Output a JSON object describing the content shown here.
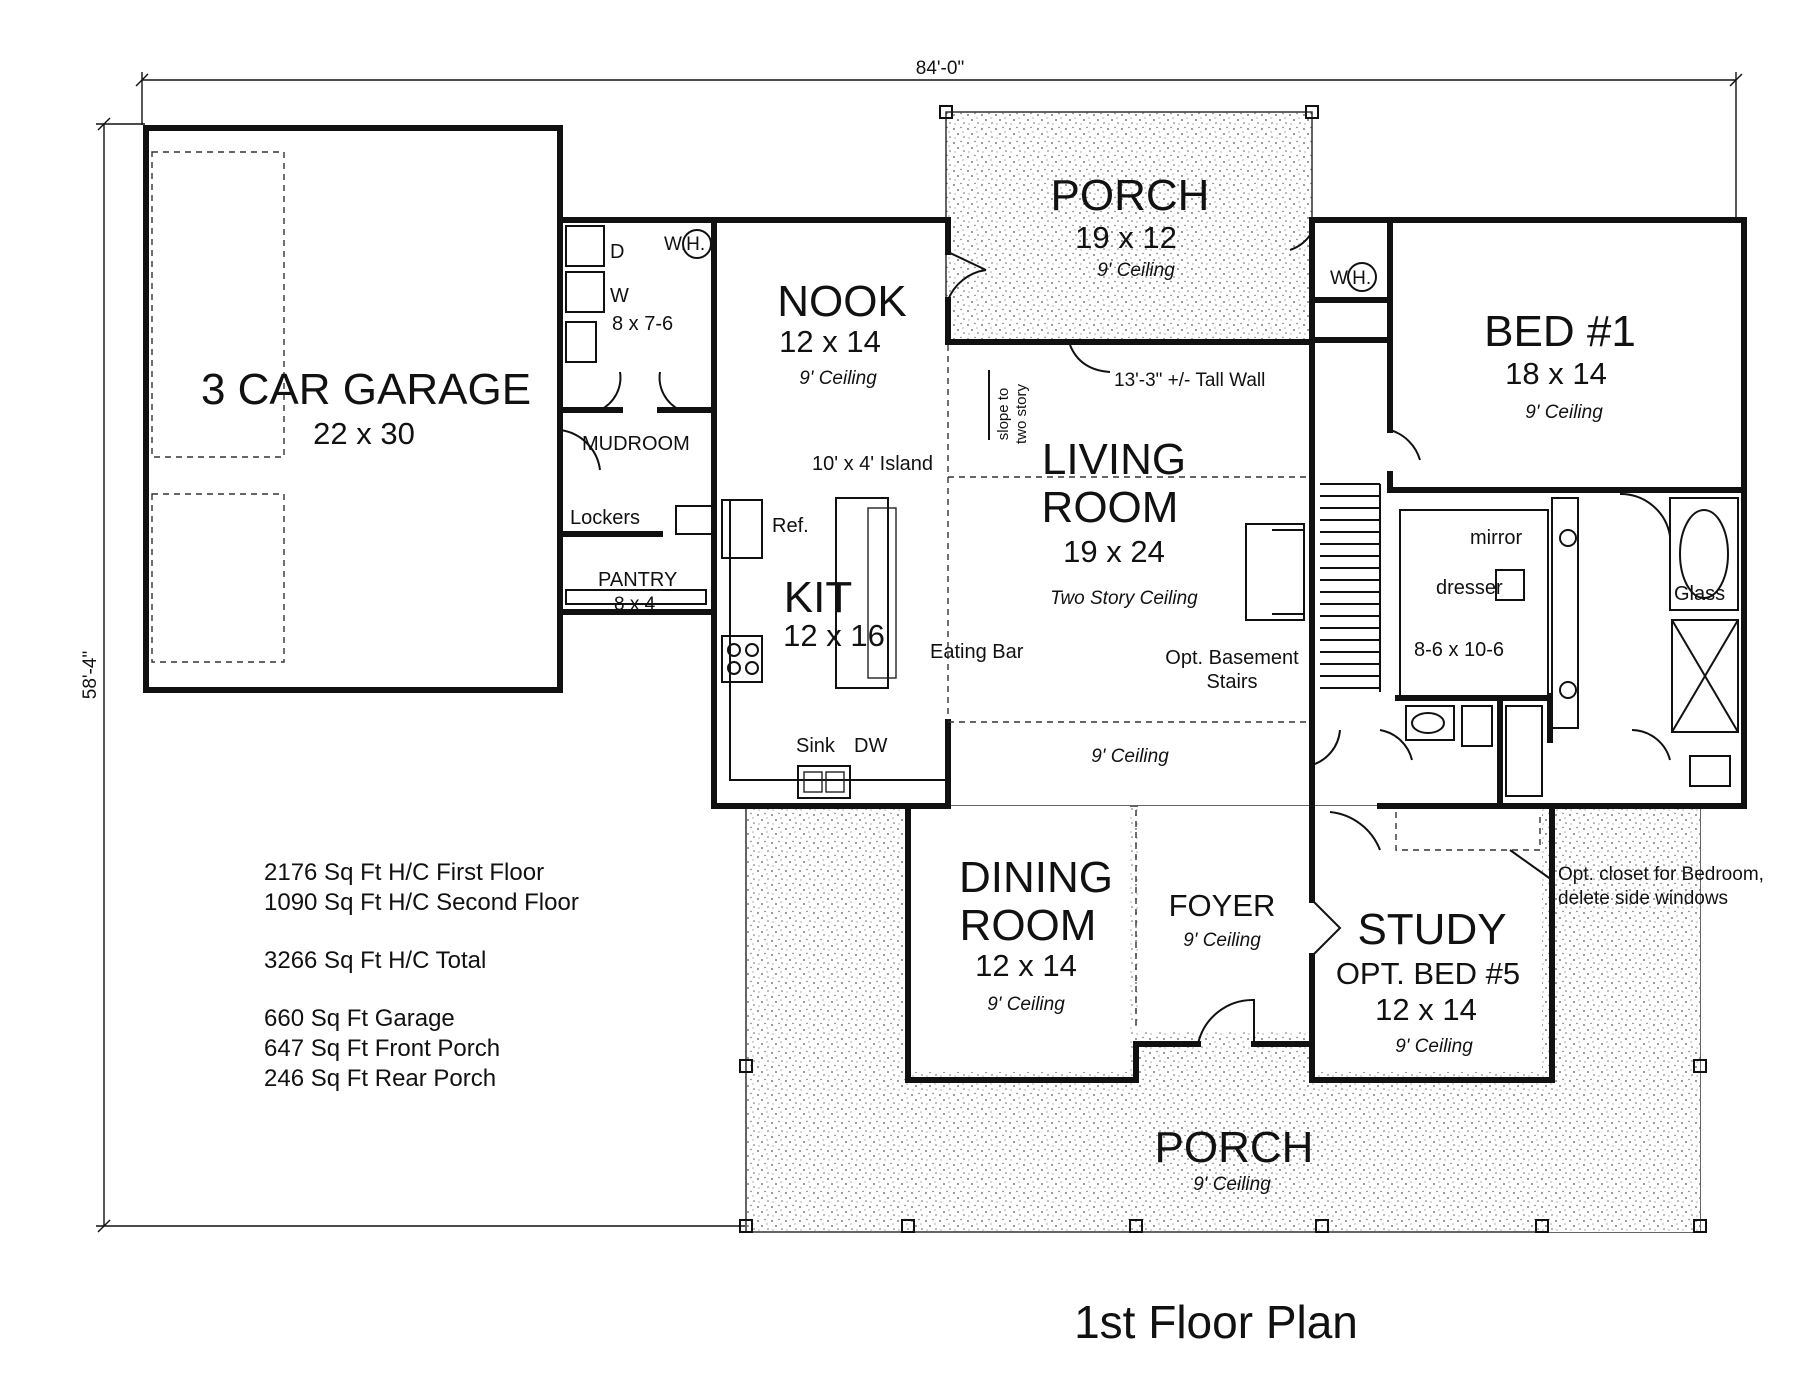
{
  "dimensions": {
    "width": "84'-0\"",
    "depth": "58'-4\""
  },
  "rooms": {
    "garage": {
      "name": "3 CAR GARAGE",
      "size": "22 x 30"
    },
    "laundry": {
      "dryer": "D",
      "washer": "W",
      "size": "8 x 7-6",
      "water_heater": "W.H."
    },
    "mudroom": {
      "name": "MUDROOM"
    },
    "lockers": {
      "name": "Lockers"
    },
    "pantry": {
      "name": "PANTRY",
      "size": "8 x 4"
    },
    "nook": {
      "name": "NOOK",
      "size": "12 x 14",
      "ceiling": "9' Ceiling"
    },
    "kitchen": {
      "name": "KIT",
      "size": "12 x 16",
      "island": "10' x 4' Island",
      "ref": "Ref.",
      "eating_bar": "Eating Bar",
      "sink": "Sink",
      "dw": "DW"
    },
    "rear_porch": {
      "name": "PORCH",
      "size": "19 x 12",
      "ceiling": "9' Ceiling"
    },
    "living": {
      "name_line1": "LIVING",
      "name_line2": "ROOM",
      "size": "19 x 24",
      "ceiling": "Two Story Ceiling",
      "lower_ceiling": "9' Ceiling",
      "tall_wall": "13'-3\" +/- Tall Wall",
      "slope_line1": "slope to",
      "slope_line2": "two story"
    },
    "stairs": {
      "line1": "Opt. Basement",
      "line2": "Stairs"
    },
    "bed1": {
      "name": "BED #1",
      "size": "18 x 14",
      "ceiling": "9' Ceiling",
      "water_heater": "W.H."
    },
    "closet": {
      "size": "8-6 x 10-6",
      "mirror": "mirror",
      "dresser": "dresser",
      "glass": "Glass"
    },
    "dining": {
      "name_line1": "DINING",
      "name_line2": "ROOM",
      "size": "12 x 14",
      "ceiling": "9' Ceiling"
    },
    "foyer": {
      "name": "FOYER",
      "ceiling": "9' Ceiling"
    },
    "study": {
      "name": "STUDY",
      "alt": "OPT. BED #5",
      "size": "12 x 14",
      "ceiling": "9' Ceiling",
      "note_line1": "Opt. closet for Bedroom,",
      "note_line2": "delete side windows"
    },
    "front_porch": {
      "name": "PORCH",
      "ceiling": "9' Ceiling"
    }
  },
  "stats": [
    "2176 Sq Ft H/C First Floor",
    "1090 Sq Ft H/C Second Floor",
    "3266 Sq Ft H/C Total",
    "660 Sq Ft Garage",
    "647 Sq Ft Front Porch",
    "246 Sq Ft Rear Porch"
  ],
  "title": "1st Floor Plan"
}
